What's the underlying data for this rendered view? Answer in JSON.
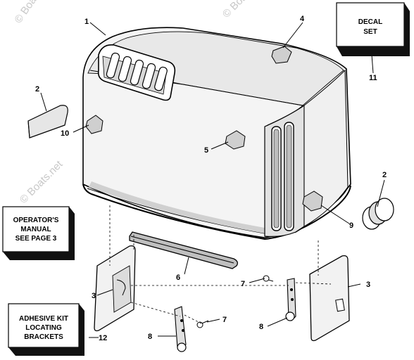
{
  "watermark": "© Boats.net",
  "callouts": {
    "c1": "1",
    "c2a": "2",
    "c2b": "2",
    "c3a": "3",
    "c3b": "3",
    "c4": "4",
    "c5": "5",
    "c6": "6",
    "c7a": "7",
    "c7b": "7",
    "c8a": "8",
    "c8b": "8",
    "c9": "9",
    "c10": "10",
    "c11": "11",
    "c12": "12"
  },
  "boxes": {
    "decal": [
      "DECAL",
      "SET"
    ],
    "manual": [
      "OPERATOR'S",
      "MANUAL",
      "SEE PAGE 3"
    ],
    "adhesive": [
      "ADHESIVE KIT",
      "LOCATING",
      "BRACKETS"
    ]
  }
}
